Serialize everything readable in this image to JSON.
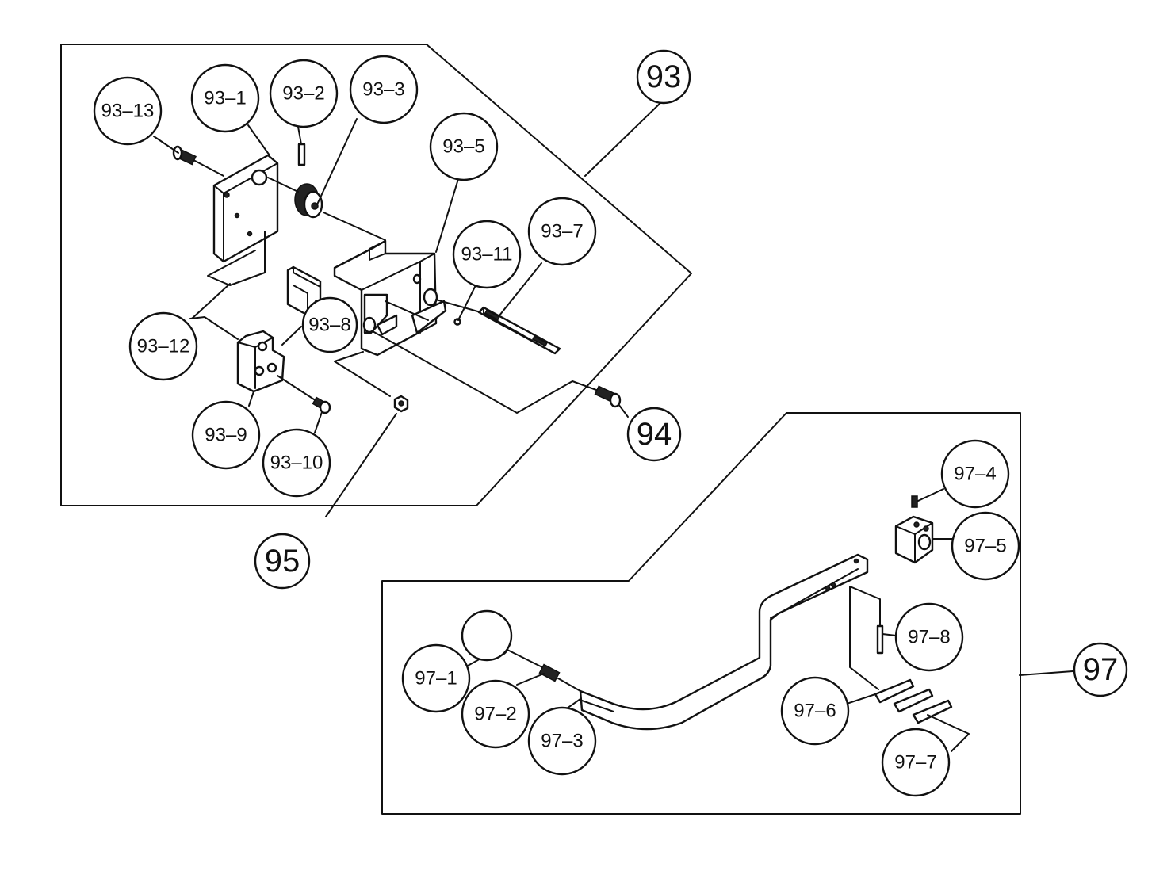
{
  "callouts": {
    "c93": "93",
    "c94": "94",
    "c95": "95",
    "c97": "97",
    "c93_1": "93–1",
    "c93_2": "93–2",
    "c93_3": "93–3",
    "c93_5": "93–5",
    "c93_7": "93–7",
    "c93_8": "93–8",
    "c93_9": "93–9",
    "c93_10": "93–10",
    "c93_11": "93–11",
    "c93_12": "93–12",
    "c93_13": "93–13",
    "c97_1": "97–1",
    "c97_2": "97–2",
    "c97_3": "97–3",
    "c97_4": "97–4",
    "c97_5": "97–5",
    "c97_6": "97–6",
    "c97_7": "97–7",
    "c97_8": "97–8"
  }
}
